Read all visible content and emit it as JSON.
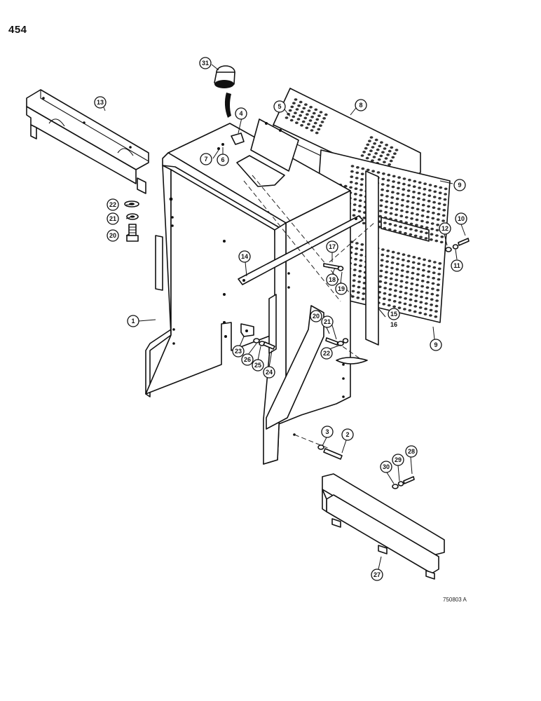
{
  "page_number": "454",
  "figure_code": "750803 A",
  "callouts": [
    "31",
    "13",
    "4",
    "5",
    "8",
    "7",
    "6",
    "9",
    "22",
    "21",
    "20",
    "10",
    "12",
    "11",
    "14",
    "17",
    "18",
    "19",
    "1",
    "20",
    "21",
    "22",
    "15",
    "16",
    "9",
    "23",
    "26",
    "25",
    "24",
    "3",
    "2",
    "30",
    "29",
    "28",
    "27"
  ]
}
